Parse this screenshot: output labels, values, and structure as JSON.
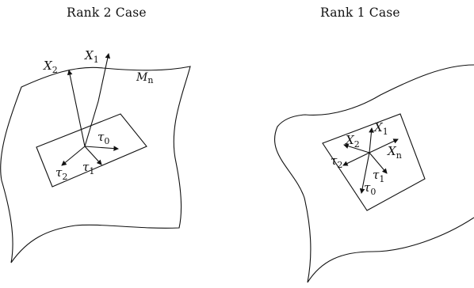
{
  "titles": {
    "left": "Rank 2 Case",
    "right": "Rank 1 Case"
  },
  "left_panel": {
    "manifold_label": "M",
    "manifold_sub": "n",
    "vectors": [
      {
        "id": "X2",
        "base": "X",
        "sub": "2"
      },
      {
        "id": "X1",
        "base": "X",
        "sub": "1"
      },
      {
        "id": "tau0",
        "base": "τ",
        "sub": "0"
      },
      {
        "id": "tau1",
        "base": "τ",
        "sub": "1"
      },
      {
        "id": "tau2",
        "base": "τ",
        "sub": "2"
      }
    ]
  },
  "right_panel": {
    "vectors": [
      {
        "id": "X1",
        "base": "X",
        "sub": "1"
      },
      {
        "id": "X2",
        "base": "X",
        "sub": "2"
      },
      {
        "id": "Xn",
        "base": "X",
        "sub": "n"
      },
      {
        "id": "tau0",
        "base": "τ",
        "sub": "0"
      },
      {
        "id": "tau1",
        "base": "τ",
        "sub": "1"
      },
      {
        "id": "tau2",
        "base": "τ",
        "sub": "2"
      }
    ]
  },
  "style": {
    "ink": "#111111",
    "background": "#ffffff"
  }
}
